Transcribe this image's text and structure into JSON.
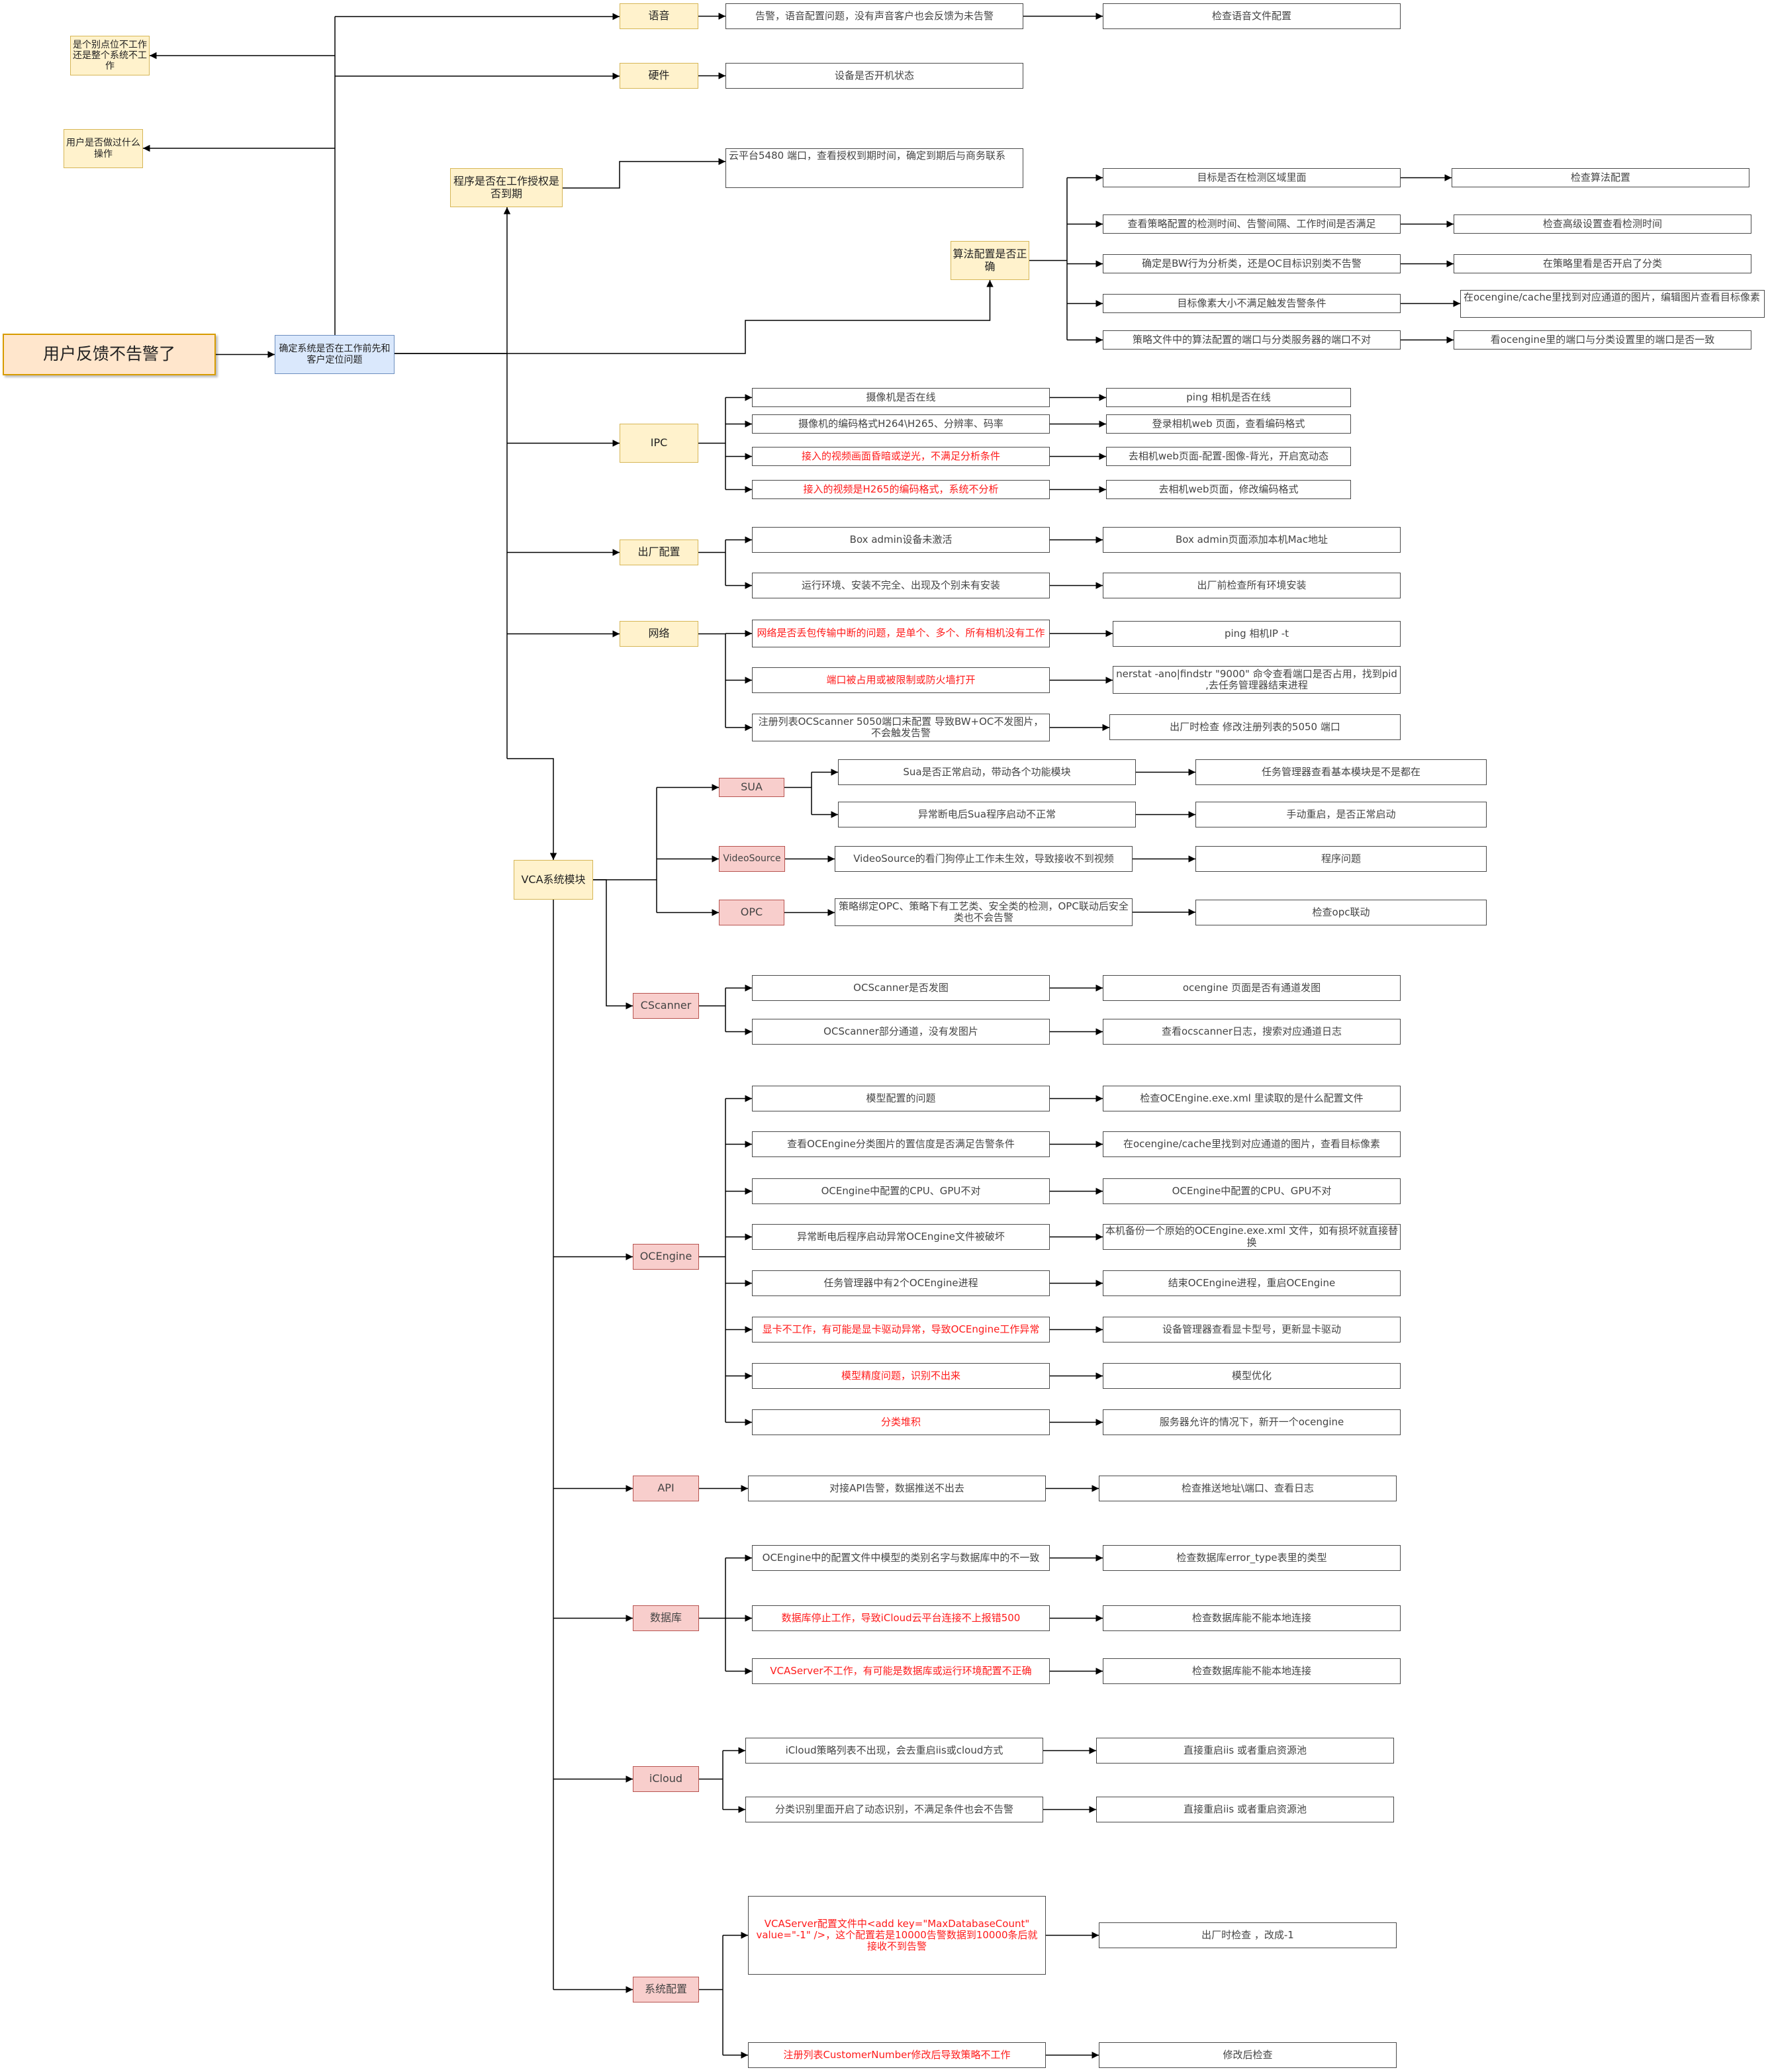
{
  "colors": {
    "line": "#000000",
    "white_fill": "#ffffff",
    "yellow_fill": "#fff2cc",
    "pink_fill": "#f8cecc",
    "blue_fill": "#dae8fc",
    "orange_fill": "#ffe6cc",
    "red_text": "#ff1a1a"
  },
  "nodes": {
    "root": "用户反馈不告警了",
    "confirm": "确定系统是否在工作前先和客户定位问题",
    "q_partial": "是个别点位不工作还是整个系统不工作",
    "q_operation": "用户是否做过什么操作",
    "voice": "语音",
    "voice_d": "告警，语音配置问题，没有声音客户也会反馈为未告警",
    "voice_s": "检查语音文件配置",
    "hardware": "硬件",
    "hardware_d": "设备是否开机状态",
    "program": "程序是否在工作授权是否到期",
    "program_d": "云平台5480 端口，查看授权到期时间，确定到期后与商务联系",
    "algo": "算法配置是否正确",
    "algo_d1": "目标是否在检测区域里面",
    "algo_s1": "检查算法配置",
    "algo_d2": "查看策略配置的检测时间、告警间隔、工作时间是否满足",
    "algo_s2": "检查高级设置查看检测时间",
    "algo_d3": "确定是BW行为分析类，还是OC目标识别类不告警",
    "algo_s3": "在策略里看是否开启了分类",
    "algo_d4": "目标像素大小不满足触发告警条件",
    "algo_s4": "在ocengine/cache里找到对应通道的图片，编辑图片查看目标像素",
    "algo_d5": "策略文件中的算法配置的端口与分类服务器的端口不对",
    "algo_s5": "看ocengine里的端口与分类设置里的端口是否一致",
    "ipc": "IPC",
    "ipc_d1": "摄像机是否在线",
    "ipc_s1": "ping 相机是否在线",
    "ipc_d2": "摄像机的编码格式H264\\H265、分辨率、码率",
    "ipc_s2": "登录相机web 页面，查看编码格式",
    "ipc_d3": "接入的视频画面昏暗或逆光，不满足分析条件",
    "ipc_s3": "去相机web页面-配置-图像-背光，开启宽动态",
    "ipc_d4": "接入的视频是H265的编码格式，系统不分析",
    "ipc_s4": "去相机web页面，修改编码格式",
    "factory": "出厂配置",
    "factory_d1": "Box admin设备未激活",
    "factory_s1": "Box admin页面添加本机Mac地址",
    "factory_d2": "运行环境、安装不完全、出现及个别未有安装",
    "factory_s2": "出厂前检查所有环境安装",
    "network": "网络",
    "net_d1": "网络是否丢包传输中断的问题，是单个、多个、所有相机没有工作",
    "net_s1": "ping 相机IP  -t",
    "net_d2": "端口被占用或被限制或防火墙打开",
    "net_s2": "nerstat -ano|findstr \"9000\" 命令查看端口是否占用，找到pid ,去任务管理器结束进程",
    "net_d3": "注册列表OCScanner 5050端口未配置 导致BW+OC不发图片，不会触发告警",
    "net_s3": "出厂时检查 修改注册列表的5050 端口",
    "vca": "VCA系统模块",
    "sua": "SUA",
    "sua_d1": "Sua是否正常启动，带动各个功能模块",
    "sua_s1": "任务管理器查看基本模块是不是都在",
    "sua_d2": "异常断电后Sua程序启动不正常",
    "sua_s2": "手动重启，是否正常启动",
    "vs": "VideoSource",
    "vs_d": "VideoSource的看门狗停止工作未生效，导致接收不到视频",
    "vs_s": "程序问题",
    "opc": "OPC",
    "opc_d": "策略绑定OPC、策略下有工艺类、安全类的检测，OPC联动后安全类也不会告警",
    "opc_s": "检查opc联动",
    "csc": "CScanner",
    "csc_d1": "OCScanner是否发图",
    "csc_s1": "ocengine 页面是否有通道发图",
    "csc_d2": "OCScanner部分通道，没有发图片",
    "csc_s2": "查看ocscanner日志，搜索对应通道日志",
    "oce": "OCEngine",
    "oce_d1": "模型配置的问题",
    "oce_s1": "检查OCEngine.exe.xml 里读取的是什么配置文件",
    "oce_d2": "查看OCEngine分类图片的置信度是否满足告警条件",
    "oce_s2": "在ocengine/cache里找到对应通道的图片，查看目标像素",
    "oce_d3": "OCEngine中配置的CPU、GPU不对",
    "oce_s3": "OCEngine中配置的CPU、GPU不对",
    "oce_d4": "异常断电后程序启动异常OCEngine文件被破坏",
    "oce_s4": "本机备份一个原始的OCEngine.exe.xml 文件，如有损坏就直接替换",
    "oce_d5": "任务管理器中有2个OCEngine进程",
    "oce_s5": "结束OCEngine进程，重启OCEngine",
    "oce_d6": "显卡不工作，有可能是显卡驱动异常，导致OCEngine工作异常",
    "oce_s6": "设备管理器查看显卡型号，更新显卡驱动",
    "oce_d7": "模型精度问题，识别不出来",
    "oce_s7": "模型优化",
    "oce_d8": "分类堆积",
    "oce_s8": "服务器允许的情况下，新开一个ocengine",
    "api": "API",
    "api_d": "对接API告警，数据推送不出去",
    "api_s": "检查推送地址\\端口、查看日志",
    "db": "数据库",
    "db_d1": "OCEngine中的配置文件中模型的类别名字与数据库中的不一致",
    "db_s1": "检查数据库error_type表里的类型",
    "db_d2": "数据库停止工作，导致iCloud云平台连接不上报错500",
    "db_s2": "检查数据库能不能本地连接",
    "db_d3": "VCAServer不工作，有可能是数据库或运行环境配置不正确",
    "db_s3": "检查数据库能不能本地连接",
    "icloud": "iCloud",
    "ic_d1": "iCloud策略列表不出现，会去重启iis或cloud方式",
    "ic_s1": "直接重启iis 或者重启资源池",
    "ic_d2": "分类识别里面开启了动态识别，不满足条件也会不告警",
    "ic_s2": "直接重启iis 或者重启资源池",
    "sys": "系统配置",
    "sys_d1": "VCAServer配置文件中<add key=\"MaxDatabaseCount\" value=\"-1\" />，这个配置若是10000告警数据到10000条后就接收不到告警",
    "sys_s1": "出厂时检查 ，改成-1",
    "sys_d2": "注册列表CustomerNumber修改后导致策略不工作",
    "sys_s2": "修改后检查"
  }
}
